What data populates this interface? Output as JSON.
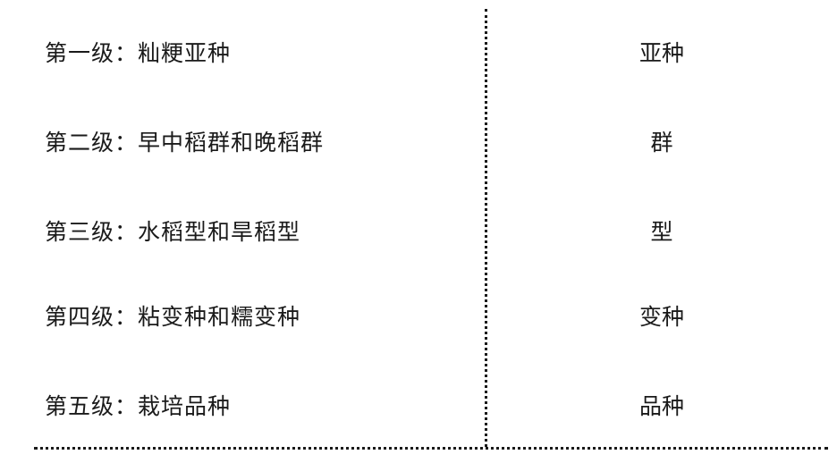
{
  "levels": [
    {
      "label": "第一级：籼粳亚种",
      "rank": "亚种"
    },
    {
      "label": "第二级：早中稻群和晚稻群",
      "rank": "群"
    },
    {
      "label": "第三级：水稻型和旱稻型",
      "rank": "型"
    },
    {
      "label": "第四级：粘变种和糯变种",
      "rank": "变种"
    },
    {
      "label": "第五级：栽培品种",
      "rank": "品种"
    }
  ]
}
